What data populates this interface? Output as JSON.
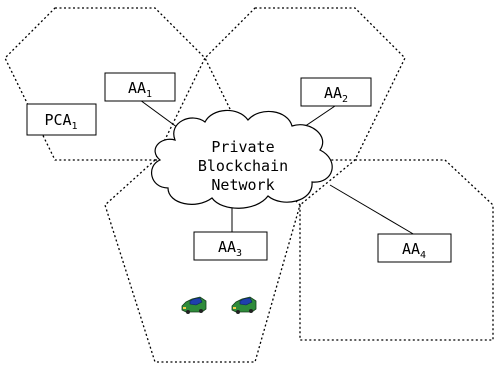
{
  "cloud": {
    "line1": "Private",
    "line2": "Blockchain",
    "line3": "Network"
  },
  "nodes": {
    "pca1": {
      "base": "PCA",
      "sub": "1"
    },
    "aa1": {
      "base": "AA",
      "sub": "1"
    },
    "aa2": {
      "base": "AA",
      "sub": "2"
    },
    "aa3": {
      "base": "AA",
      "sub": "3"
    },
    "aa4": {
      "base": "AA",
      "sub": "4"
    }
  },
  "vehicles": {
    "count": 2,
    "icon": "car-icon",
    "colors": {
      "body": "#2e8b3a",
      "roof": "#1f3fae",
      "light": "#f2d24b"
    }
  },
  "styles": {
    "hex_stroke": "#000000",
    "box_stroke": "#000000",
    "cloud_fill": "#ffffff"
  }
}
